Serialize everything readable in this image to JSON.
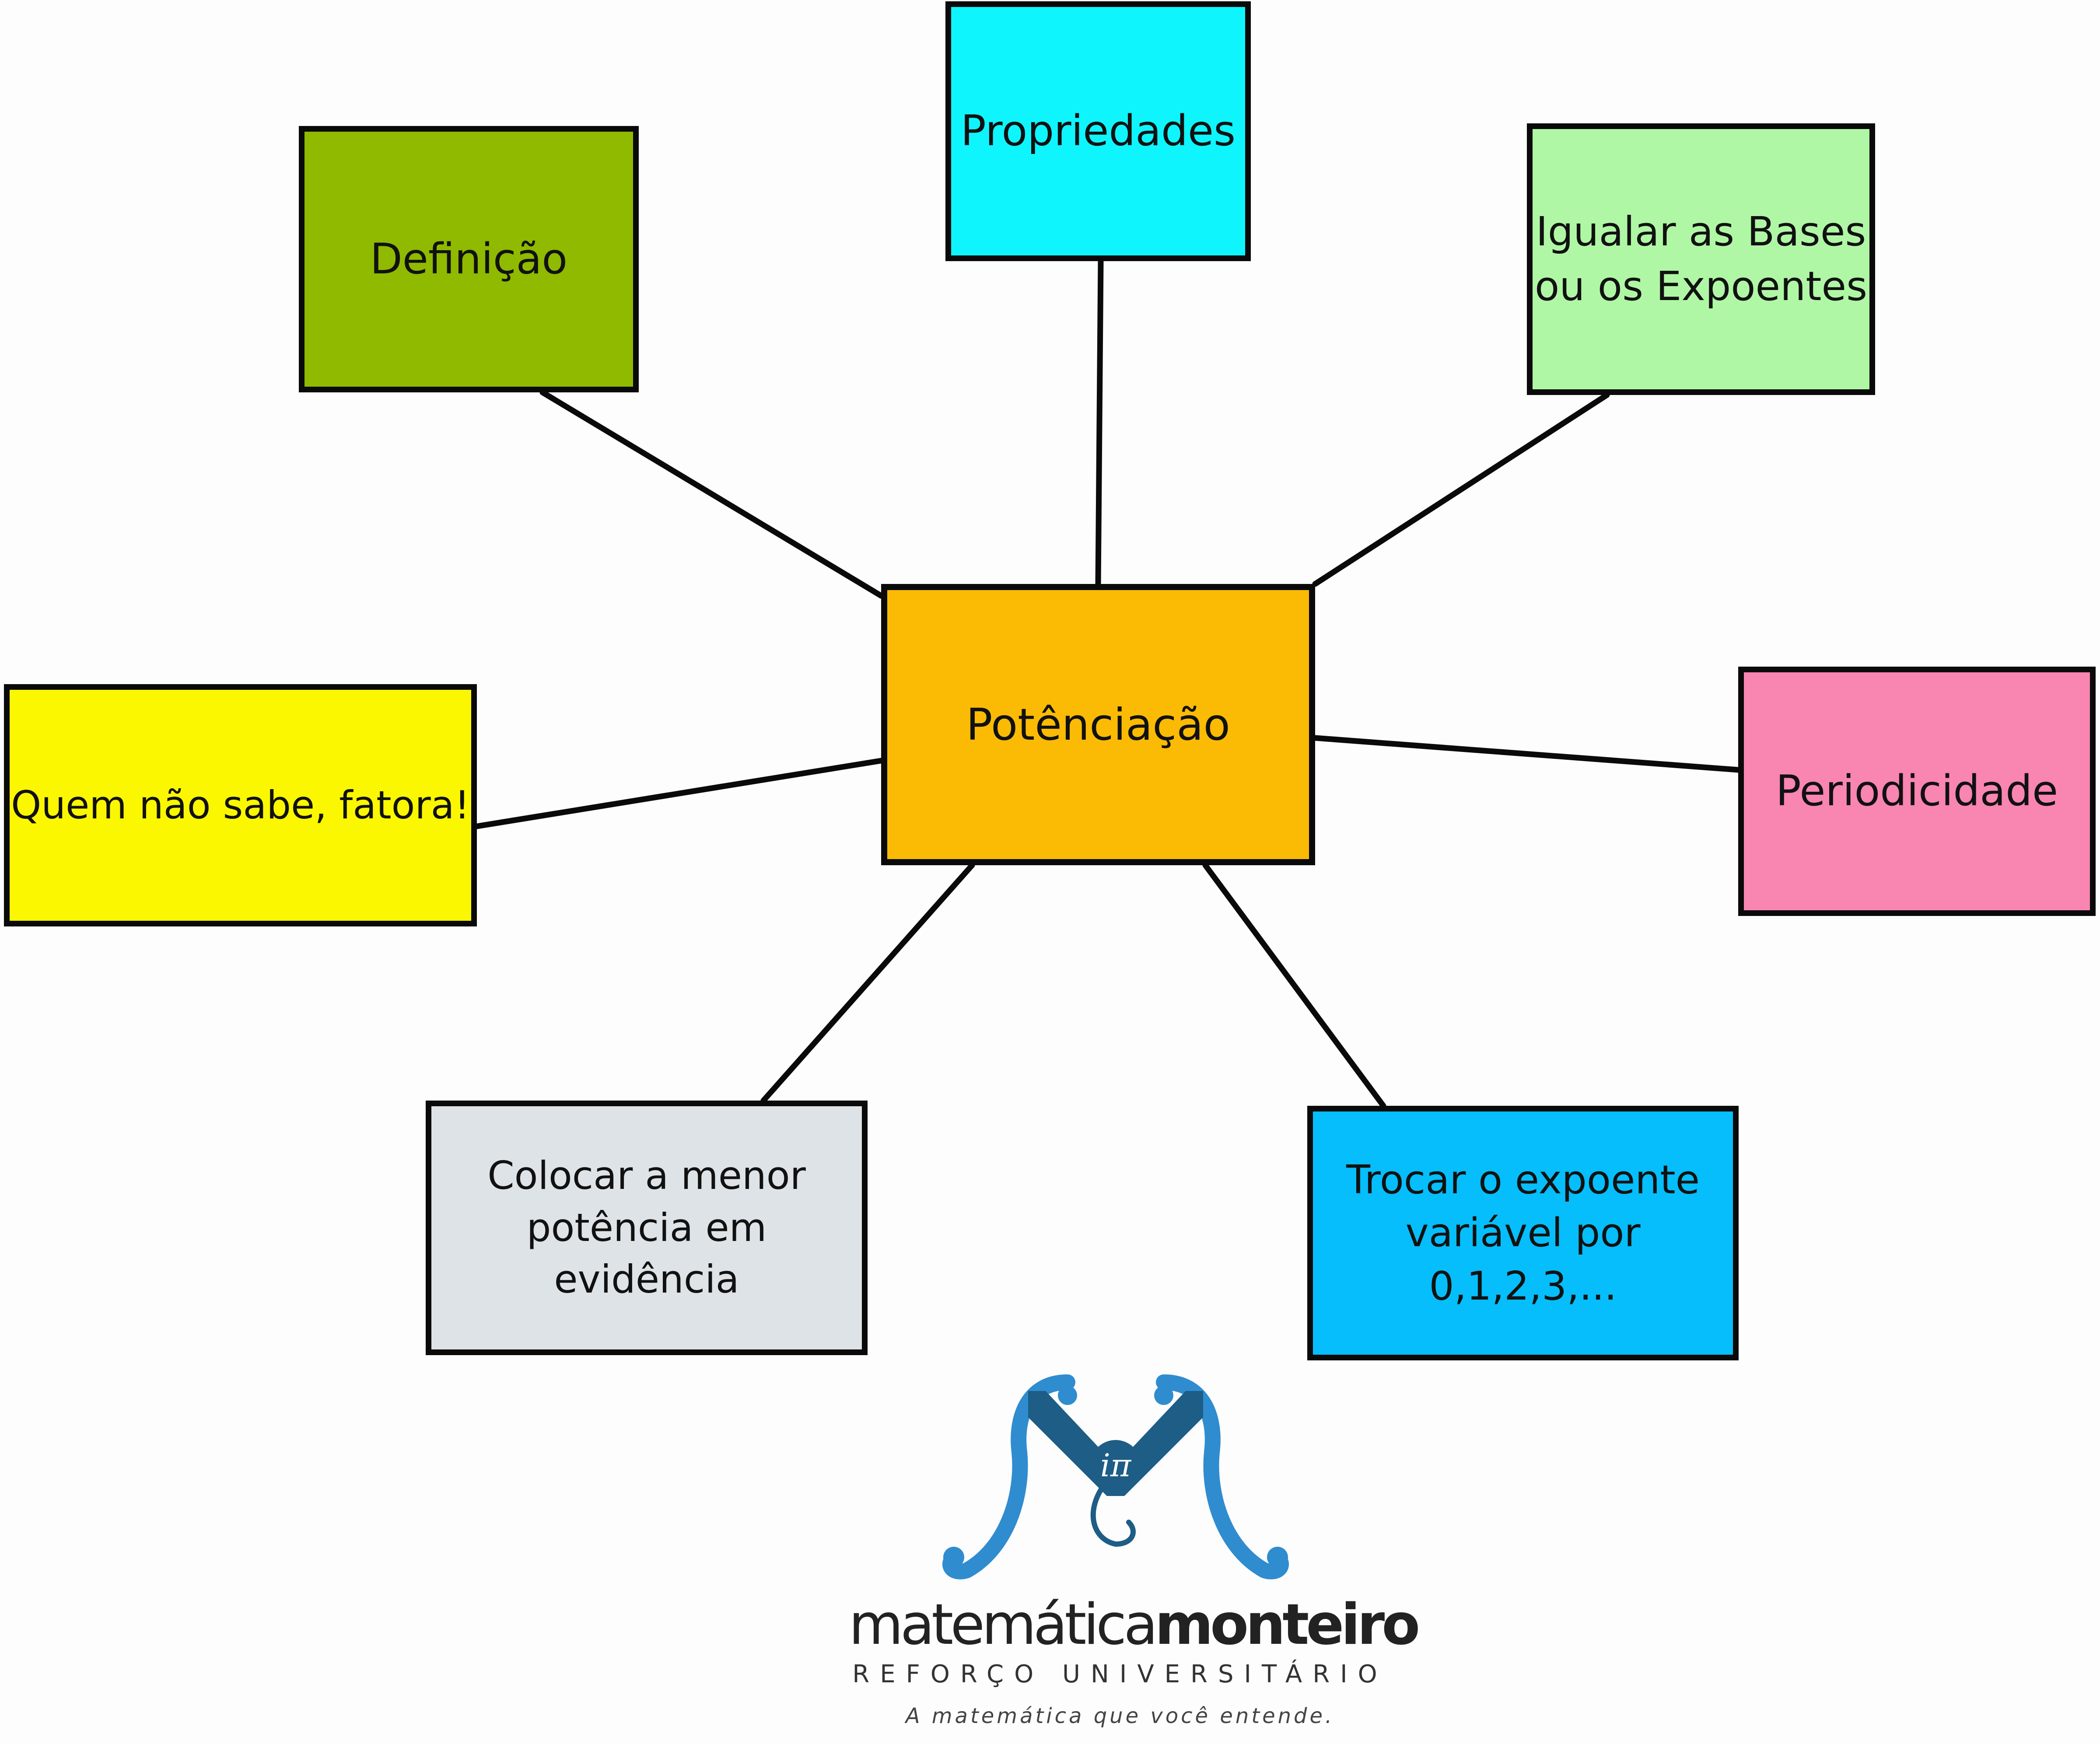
{
  "diagram": {
    "title": "Potênciação",
    "type": "mind-map",
    "center": {
      "label": "Potênciação",
      "color": "#fbbb05"
    },
    "branches": [
      {
        "id": "definicao",
        "label": "Definição",
        "color": "#8fba00"
      },
      {
        "id": "propriedades",
        "label": "Propriedades",
        "color": "#0ff5fd"
      },
      {
        "id": "igualar",
        "label": "Igualar as Bases\nou os  Expoentes",
        "color": "#b0f7a5"
      },
      {
        "id": "periodicidade",
        "label": "Periodicidade",
        "color": "#f985b1"
      },
      {
        "id": "trocar",
        "label": "Trocar o expoente\nvariável por 0,1,2,3,...",
        "color": "#05befb"
      },
      {
        "id": "colocar",
        "label": "Colocar a menor\npotência em evidência",
        "color": "#dde3e6"
      },
      {
        "id": "fatora",
        "label": "Quem não sabe, fatora!",
        "color": "#fbf700"
      }
    ],
    "connector_color": "#0a0a0a"
  },
  "logo": {
    "icon": "m-pi-monogram-icon",
    "monogram_symbol": "iπ",
    "brand_light": "matemática",
    "brand_bold": "monteiro",
    "subtitle": "REFORÇO UNIVERSITÁRIO",
    "tagline": "A matemática que você entende.",
    "colors": {
      "primary": "#2f8ccf",
      "dark": "#1d5d86",
      "text": "#222222"
    }
  }
}
